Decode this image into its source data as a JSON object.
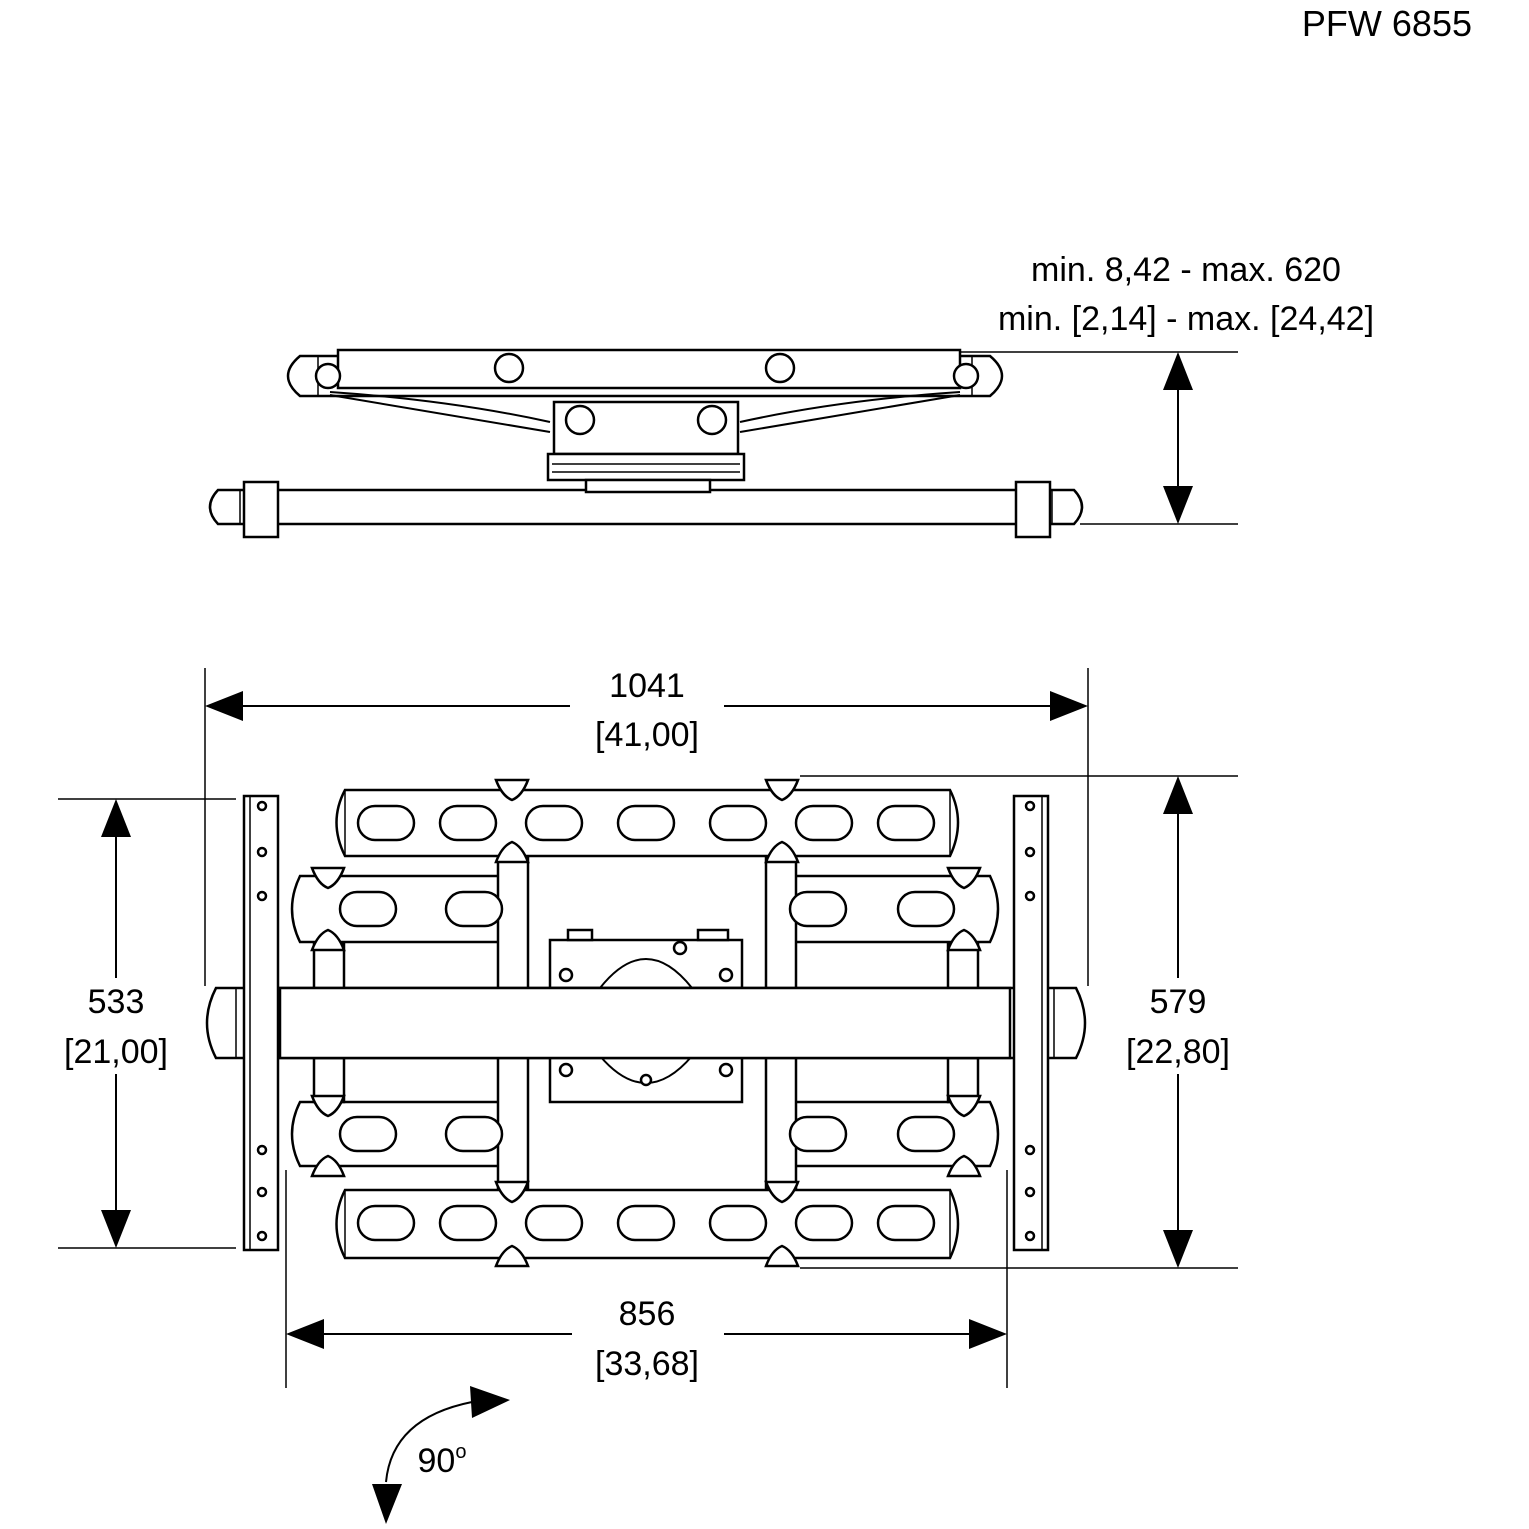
{
  "model": "PFW 6855",
  "depth": {
    "line1": "min. 8,42 - max. 620",
    "line2": "min. [2,14] - max. [24,42]"
  },
  "width_overall": {
    "mm": "1041",
    "inch": "[41,00]"
  },
  "width_rails": {
    "mm": "856",
    "inch": "[33,68]"
  },
  "height_rails": {
    "mm": "533",
    "inch": "[21,00]"
  },
  "height_overall": {
    "mm": "579",
    "inch": "[22,80]"
  },
  "rotation": {
    "label": "90",
    "unit": "o"
  }
}
